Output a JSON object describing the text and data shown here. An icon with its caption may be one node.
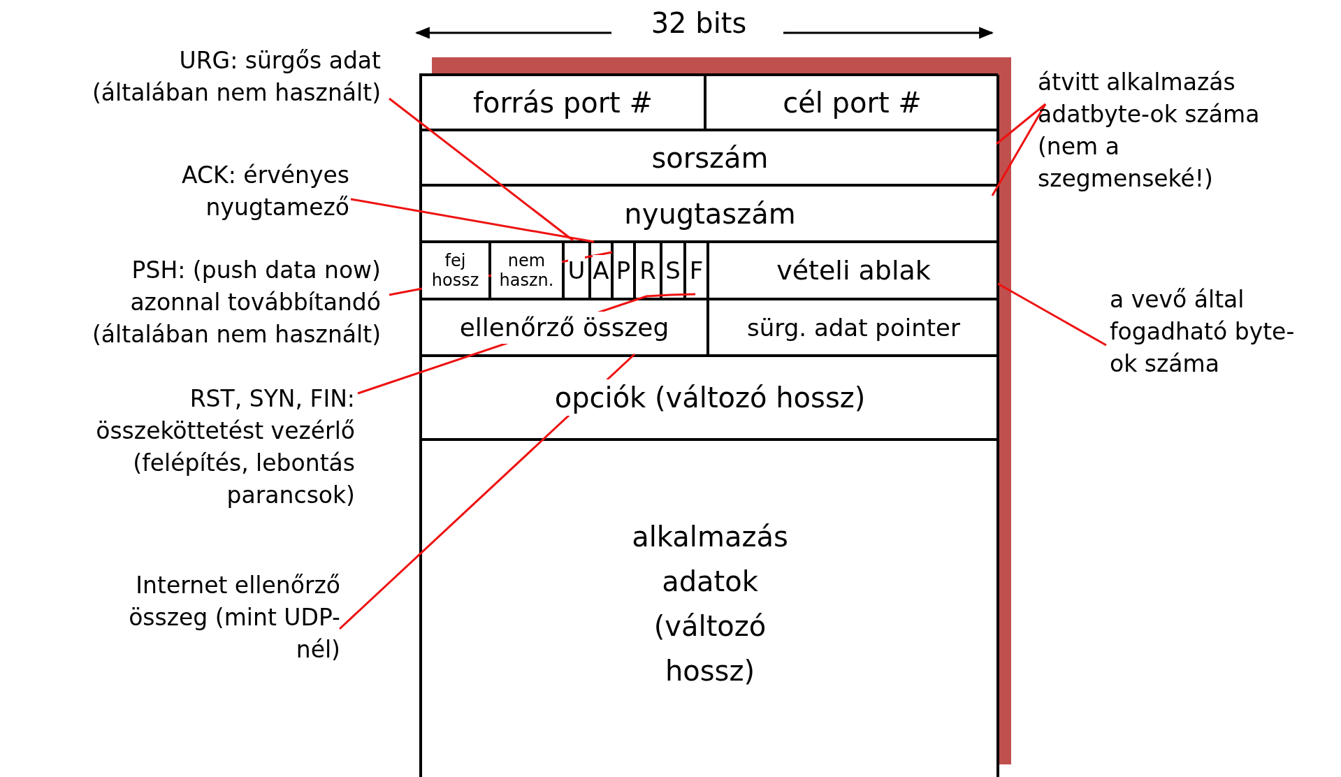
{
  "diagram": {
    "nodes": [
      {
        "text": [],
        "shape": "box"
      },
      {
        "text": [
          "forrás port #"
        ],
        "in": 0
      },
      {
        "text": [
          "cél port #"
        ],
        "in": 0
      },
      {
        "text": [
          "sorszám"
        ],
        "in": 0
      },
      {
        "text": [
          "nyugtaszám"
        ],
        "in": 0
      },
      {
        "text": [
          "fej hossz"
        ],
        "in": 0
      },
      {
        "text": [
          "nem haszn."
        ],
        "in": 0
      },
      {
        "text": [
          "U"
        ],
        "in": 0
      },
      {
        "text": [
          "A"
        ],
        "in": 0
      },
      {
        "text": [
          "P"
        ],
        "in": 0
      },
      {
        "text": [
          "R"
        ],
        "in": 0
      },
      {
        "text": [
          "S"
        ],
        "in": 0
      },
      {
        "text": [
          "F"
        ],
        "in": 0
      },
      {
        "text": [
          "vételi ablak"
        ],
        "in": 0
      },
      {
        "text": [
          "ellenőrző összeg"
        ],
        "in": 0
      },
      {
        "text": [
          "sürg. adat pointer"
        ],
        "in": 0
      },
      {
        "text": [
          "opciók (változó hossz)"
        ],
        "in": 0
      },
      {
        "text": [
          "alkalmazás adatok (változó hossz)"
        ],
        "in": 0
      },
      {
        "text": [
          "URG: sürgős adat (általában nem használt)"
        ]
      },
      {
        "text": [
          "ACK: érvényes nyugtamező"
        ]
      },
      {
        "text": [
          "PSH: (push data now) azonnal továbbítandó (általában nem használt)"
        ]
      },
      {
        "text": [
          "RST, SYN, FIN: összeköttetést vezérlő (felépítés, lebontás parancsok)"
        ]
      },
      {
        "text": [
          "Internet ellenőrző összeg (mint UDP-nél)"
        ]
      },
      {
        "text": [
          "átvitt alkalmazás adatbyte-ok száma (nem a szegmenseké!)"
        ]
      },
      {
        "text": [
          "a vevő által fogadható byte-ok száma"
        ]
      }
    ],
    "edges": [
      {
        "from": 18,
        "to": 7,
        "arrow": "none"
      },
      {
        "from": 19,
        "to": 8,
        "arrow": "none"
      },
      {
        "from": 20,
        "to": 9,
        "arrow": "none"
      },
      {
        "from": 21,
        "to": 10,
        "arrow": "none"
      },
      {
        "from": 21,
        "to": 11,
        "arrow": "none"
      },
      {
        "from": 21,
        "to": 12,
        "arrow": "none"
      },
      {
        "from": 22,
        "to": 14,
        "arrow": "none"
      },
      {
        "from": 23,
        "to": 3,
        "arrow": "none"
      },
      {
        "from": 23,
        "to": 4,
        "arrow": "none"
      },
      {
        "from": 24,
        "to": 13,
        "arrow": "none"
      }
    ],
    "labels": [
      "32 bits"
    ]
  }
}
